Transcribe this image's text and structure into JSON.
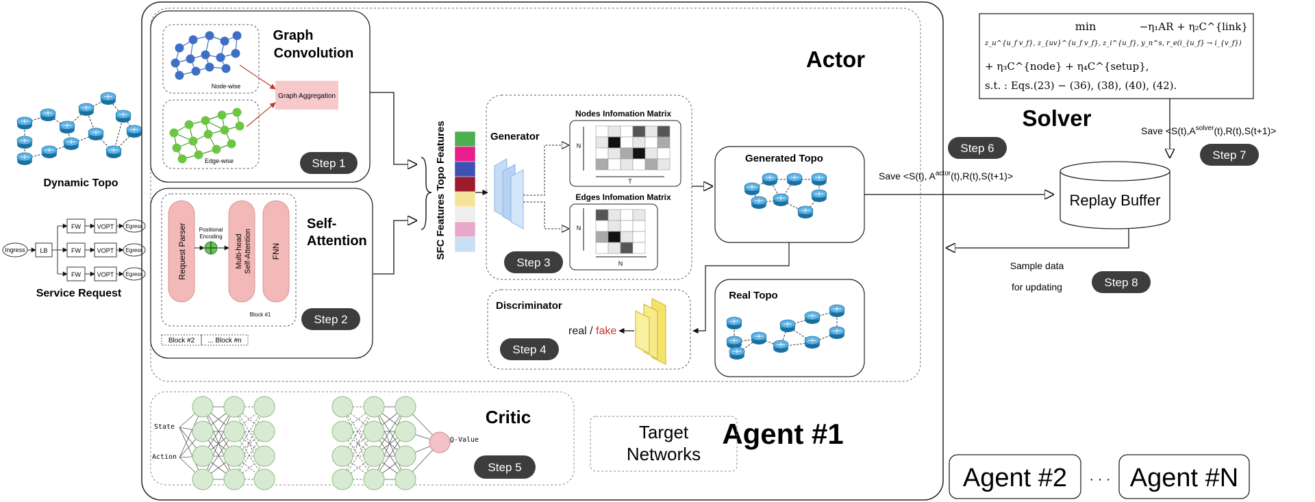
{
  "agent": {
    "title": "Agent #1",
    "actor_title": "Actor",
    "critic_title": "Critic",
    "target_networks": [
      "Target",
      "Networks"
    ]
  },
  "inputs": {
    "dynamic_topo": "Dynamic Topo",
    "service_request": "Service Request",
    "sfc": {
      "ingress": "Ingress",
      "lb": "LB",
      "fw": "FW",
      "vopt": "VOPT",
      "egress": "Egress"
    }
  },
  "graph_conv": {
    "title_line1": "Graph",
    "title_line2": "Convolution",
    "node_wise": "Node-wise",
    "edge_wise": "Edge-wise",
    "aggregation": "Graph Aggregation",
    "step": "Step 1"
  },
  "self_attention": {
    "title_line1": "Self-",
    "title_line2": "Attention",
    "request_parser": "Request Parser",
    "positional_encoding_1": "Positional",
    "positional_encoding_2": "Encoding",
    "multi_head_1": "Multi-head",
    "multi_head_2": "Self-Attention",
    "ffn": "FNN",
    "block1": "Block #1",
    "block2": "Block #2",
    "blockn": "... Block #n",
    "step": "Step 2"
  },
  "features_label": "SFC Features Topo Features",
  "feature_colors": [
    "#4caf50",
    "#e91e8c",
    "#3f51b5",
    "#9c1c2c",
    "#f5e39a",
    "#eeeeee",
    "#e8a8c8",
    "#c8e0f4"
  ],
  "generator": {
    "title": "Generator",
    "nodes_matrix": "Nodes Infomation Matrix",
    "edges_matrix": "Edges Infomation Matrix",
    "n_label": "N",
    "t_label": "T",
    "step": "Step 3"
  },
  "discriminator": {
    "title": "Discriminator",
    "real": "real",
    "slash": "/",
    "fake": "fake",
    "step": "Step 4"
  },
  "generated_topo": "Generated Topo",
  "real_topo": "Real Topo",
  "critic": {
    "state": "State",
    "action": "Action",
    "q_value": "Q-Value",
    "step": "Step 5"
  },
  "solver": {
    "title": "Solver",
    "min": "min",
    "vars": "z_u^{u_f v_f}, z_{uv}^{u_f v_f}, z_i^{u_f}, y_n^s, r_e(i_{u_f} → i_{v_f})",
    "objective_1": "−η₁AR + η₂C^{link}",
    "objective_2": "+ η₃C^{node} + η₄C^{setup},",
    "constraints": "s.t. : Eqs.(23) − (36), (38), (40), (42).",
    "save_text": "Save <S(t),A",
    "save_sup": "solver",
    "save_tail": "(t),R(t),S(t+1)>",
    "step": "Step 7"
  },
  "actor_save": {
    "text": "Save <S(t),  A",
    "sup": "actor",
    "tail": "(t),R(t),S(t+1)>",
    "step": "Step 6"
  },
  "replay_buffer": "Replay Buffer",
  "sample": {
    "line1": "Sample data",
    "line2": "for updating",
    "step": "Step 8"
  },
  "other_agents": {
    "agent2": "Agent #2",
    "dots": "· · ·",
    "agentn": "Agent #N"
  }
}
